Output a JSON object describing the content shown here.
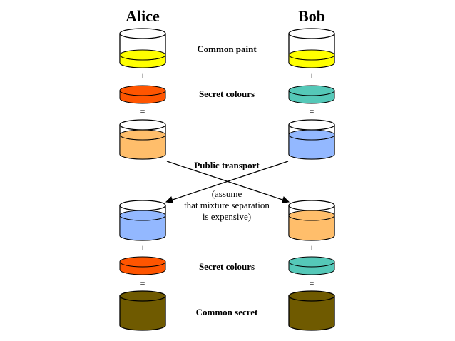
{
  "people": {
    "left": "Alice",
    "right": "Bob"
  },
  "labels": {
    "common_paint": "Common paint",
    "secret_colours_top": "Secret colours",
    "public_transport": "Public transport",
    "assume_line1": "(assume",
    "assume_line2": "that mixture separation",
    "assume_line3": "is expensive)",
    "secret_colours_bottom": "Secret colours",
    "common_secret": "Common secret"
  },
  "operators": {
    "plus": "+",
    "equals": "="
  },
  "colors": {
    "common_paint": "#ffff00",
    "alice_secret": "#ff5500",
    "bob_secret": "#55c8b8",
    "alice_mixture": "#ffbe6b",
    "bob_mixture": "#93b8ff",
    "common_secret": "#6f5a00",
    "outline": "#000000"
  }
}
